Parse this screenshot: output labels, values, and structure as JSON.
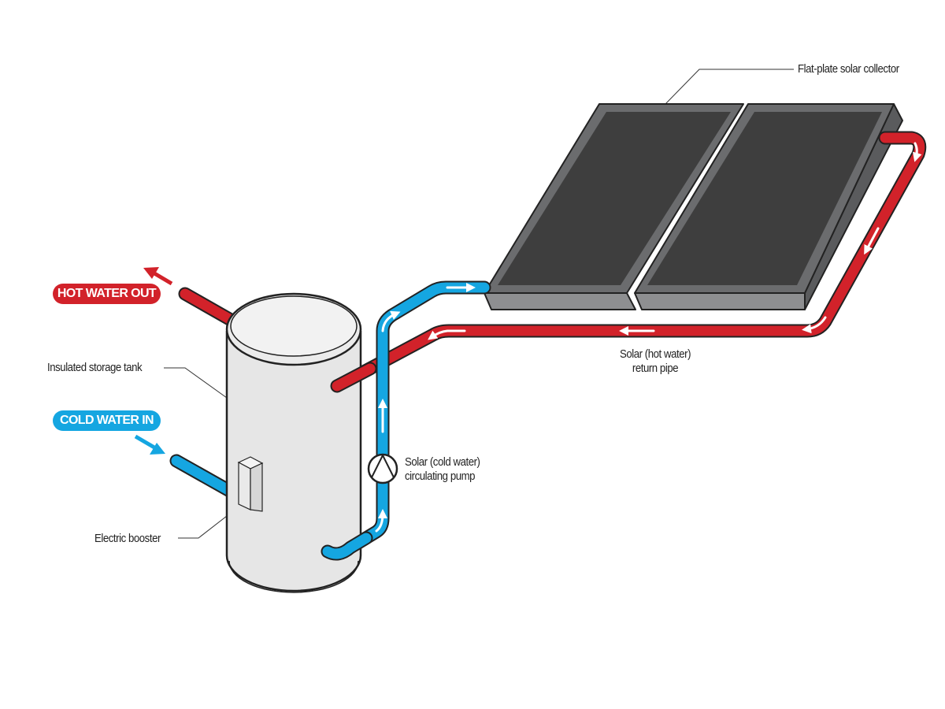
{
  "labels": {
    "hot_water_out": "HOT WATER OUT",
    "cold_water_in": "COLD WATER IN",
    "storage_tank": "Insulated storage tank",
    "electric_booster": "Electric booster",
    "collector": "Flat-plate solar collector",
    "return_pipe_line1": "Solar (hot water)",
    "return_pipe_line2": "return pipe",
    "pump_line1": "Solar (cold water)",
    "pump_line2": "circulating pump"
  },
  "colors": {
    "hot": "#d2222a",
    "cold": "#15a6e1",
    "panel_frame": "#6b6c6e",
    "panel_glass": "#3e3e3e",
    "tank": "#e6e6e6"
  }
}
